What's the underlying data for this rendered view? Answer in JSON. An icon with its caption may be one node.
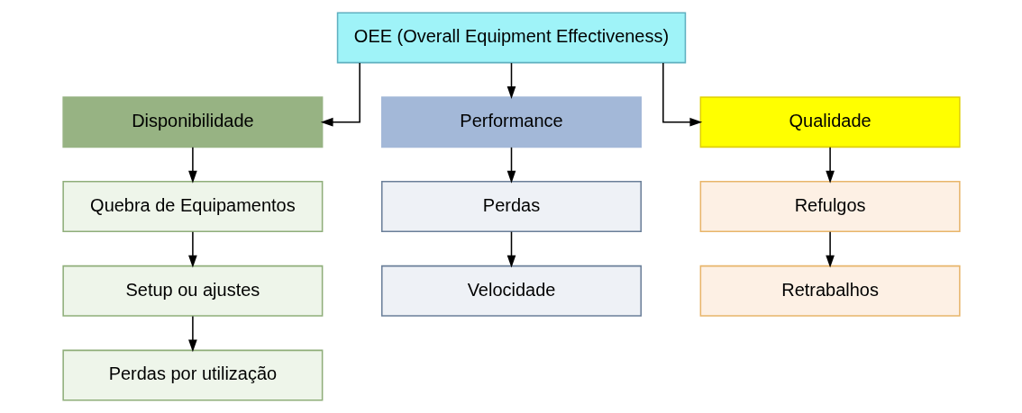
{
  "diagram": {
    "nodes": [
      {
        "text": [
          "OEE (Overall Equipment Effectiveness)"
        ]
      },
      {
        "text": [
          "Disponibilidade"
        ]
      },
      {
        "text": [
          "Performance"
        ]
      },
      {
        "text": [
          "Qualidade"
        ]
      },
      {
        "text": [
          "Quebra de Equipamentos"
        ]
      },
      {
        "text": [
          "Setup ou ajustes"
        ]
      },
      {
        "text": [
          "Perdas por utilização"
        ]
      },
      {
        "text": [
          "Perdas"
        ]
      },
      {
        "text": [
          "Velocidade"
        ]
      },
      {
        "text": [
          "Refulgos"
        ]
      },
      {
        "text": [
          "Retrabalhos"
        ]
      }
    ],
    "edges": [
      {
        "from": 0,
        "to": 1,
        "arrow": "to"
      },
      {
        "from": 0,
        "to": 2,
        "arrow": "to"
      },
      {
        "from": 0,
        "to": 3,
        "arrow": "to"
      },
      {
        "from": 1,
        "to": 4,
        "arrow": "to"
      },
      {
        "from": 4,
        "to": 5,
        "arrow": "to"
      },
      {
        "from": 5,
        "to": 6,
        "arrow": "to"
      },
      {
        "from": 2,
        "to": 7,
        "arrow": "to"
      },
      {
        "from": 7,
        "to": 8,
        "arrow": "to"
      },
      {
        "from": 3,
        "to": 9,
        "arrow": "to"
      },
      {
        "from": 9,
        "to": 10,
        "arrow": "to"
      }
    ]
  }
}
